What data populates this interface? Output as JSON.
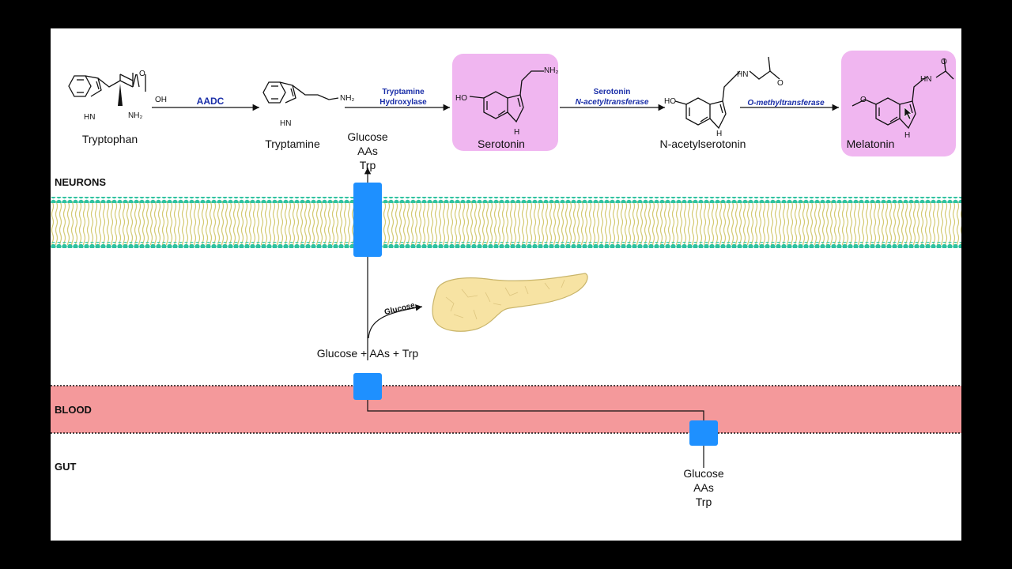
{
  "compounds": {
    "tryptophan": "Tryptophan",
    "tryptamine": "Tryptamine",
    "serotonin": "Serotonin",
    "n_acetylserotonin": "N-acetylserotonin",
    "melatonin": "Melatonin"
  },
  "enzymes": {
    "aadc": "AADC",
    "tryptamine_hydroxylase": [
      "Tryptamine",
      "Hydroxylase"
    ],
    "snat": [
      "Serotonin",
      "N-acetyltransferase"
    ],
    "omt": "O-methyltransferase"
  },
  "atoms": {
    "oh": "OH",
    "nh2": "NH₂",
    "hn": "HN",
    "h": "H",
    "ho": "HO",
    "o": "O"
  },
  "zones": {
    "neurons": "NEURONS",
    "blood": "BLOOD",
    "gut": "GUT"
  },
  "transport": {
    "top_stack": [
      "Glucose",
      "AAs",
      "Trp"
    ],
    "middle": "Glucose + AAs + Trp",
    "gut_stack": [
      "Glucose",
      "AAs",
      "Trp"
    ],
    "pancreas_arrow": "Glucose"
  },
  "colors": {
    "highlight_box": "#f0b6f0",
    "transporter": "#1e90ff",
    "blood": "#f4999b",
    "membrane_head": "#2fc2a0",
    "membrane_tail": "#d8cf7a",
    "enzyme_text": "#1a2ea8",
    "pancreas": "#f7e3a3"
  }
}
